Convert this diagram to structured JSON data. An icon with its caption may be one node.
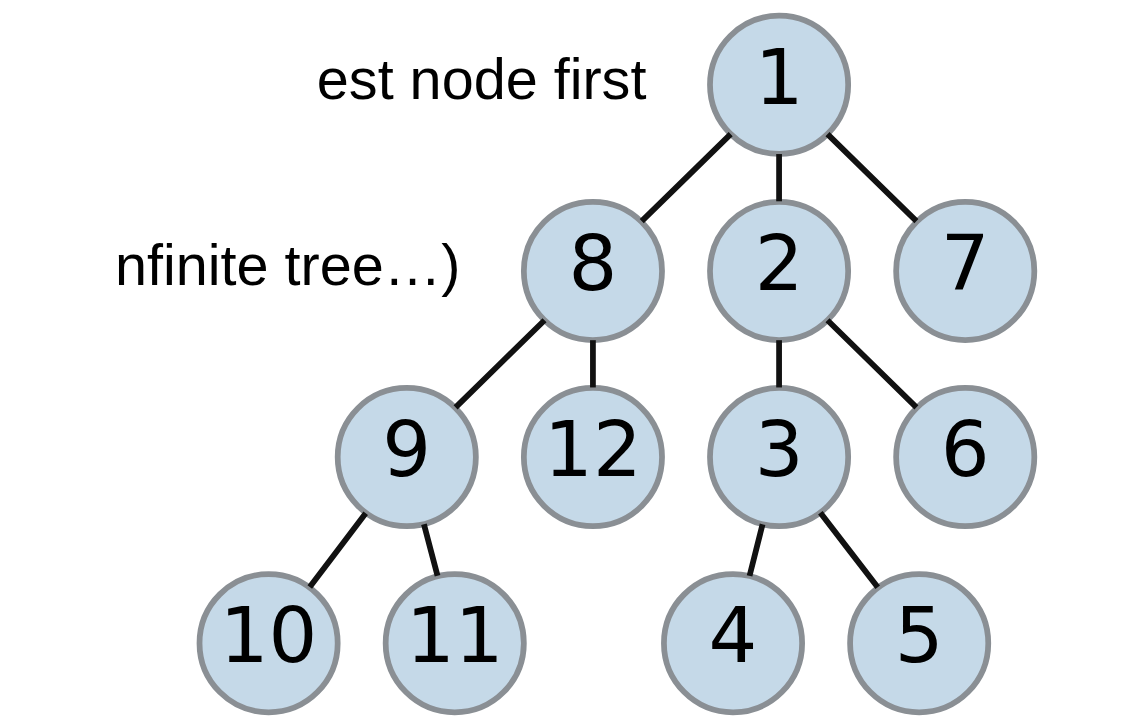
{
  "diagram": {
    "nodes": [
      {
        "text": [
          "1"
        ]
      },
      {
        "text": [
          "2"
        ]
      },
      {
        "text": [
          "3"
        ]
      },
      {
        "text": [
          "4"
        ]
      },
      {
        "text": [
          "5"
        ]
      },
      {
        "text": [
          "6"
        ]
      },
      {
        "text": [
          "7"
        ]
      },
      {
        "text": [
          "8"
        ]
      },
      {
        "text": [
          "9"
        ]
      },
      {
        "text": [
          "10"
        ]
      },
      {
        "text": [
          "11"
        ]
      },
      {
        "text": [
          "12"
        ]
      }
    ],
    "edges": [
      {
        "from": 0,
        "to": 1,
        "arrow": "none"
      },
      {
        "from": 0,
        "to": 6,
        "arrow": "none"
      },
      {
        "from": 0,
        "to": 7,
        "arrow": "none"
      },
      {
        "from": 1,
        "to": 2,
        "arrow": "none"
      },
      {
        "from": 1,
        "to": 5,
        "arrow": "none"
      },
      {
        "from": 2,
        "to": 3,
        "arrow": "none"
      },
      {
        "from": 2,
        "to": 4,
        "arrow": "none"
      },
      {
        "from": 7,
        "to": 8,
        "arrow": "none"
      },
      {
        "from": 7,
        "to": 11,
        "arrow": "none"
      },
      {
        "from": 8,
        "to": 9,
        "arrow": "none"
      },
      {
        "from": 8,
        "to": 10,
        "arrow": "none"
      }
    ],
    "labels": [
      "est node first",
      "nfinite tree…)"
    ]
  }
}
